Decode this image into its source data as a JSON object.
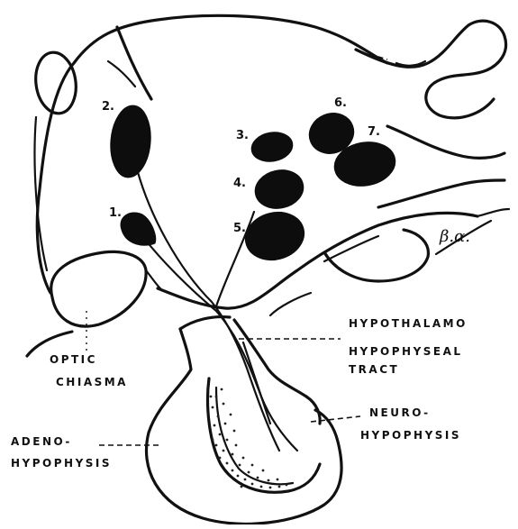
{
  "labels": {
    "optic_line1": "OPTIC",
    "optic_line2": "CHIASMA",
    "hyp_line1": "HYPOTHALAMO",
    "hyp_line2": "HYPOPHYSEAL",
    "hyp_line3": "TRACT",
    "neuro_line1": "NEURO-",
    "neuro_line2": "HYPOPHYSIS",
    "adeno_line1": "ADENO-",
    "adeno_line2": "HYPOPHYSIS"
  },
  "nuclei": [
    {
      "number": "1."
    },
    {
      "number": "2."
    },
    {
      "number": "3."
    },
    {
      "number": "4."
    },
    {
      "number": "5."
    },
    {
      "number": "6."
    },
    {
      "number": "7."
    }
  ],
  "signature": "β.α."
}
